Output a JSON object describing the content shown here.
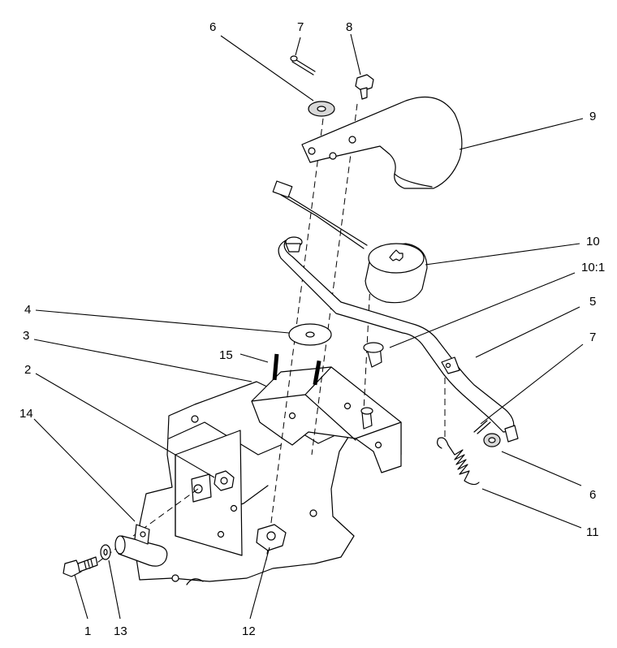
{
  "callouts": [
    {
      "id": "c6a",
      "text": "6"
    },
    {
      "id": "c7a",
      "text": "7"
    },
    {
      "id": "c8",
      "text": "8"
    },
    {
      "id": "c9",
      "text": "9"
    },
    {
      "id": "c10",
      "text": "10"
    },
    {
      "id": "c10_1",
      "text": "10:1"
    },
    {
      "id": "c4",
      "text": "4"
    },
    {
      "id": "c5",
      "text": "5"
    },
    {
      "id": "c3",
      "text": "3"
    },
    {
      "id": "c15",
      "text": "15"
    },
    {
      "id": "c7b",
      "text": "7"
    },
    {
      "id": "c2",
      "text": "2"
    },
    {
      "id": "c14",
      "text": "14"
    },
    {
      "id": "c6b",
      "text": "6"
    },
    {
      "id": "c11",
      "text": "11"
    },
    {
      "id": "c1",
      "text": "1"
    },
    {
      "id": "c13",
      "text": "13"
    },
    {
      "id": "c12",
      "text": "12"
    }
  ]
}
